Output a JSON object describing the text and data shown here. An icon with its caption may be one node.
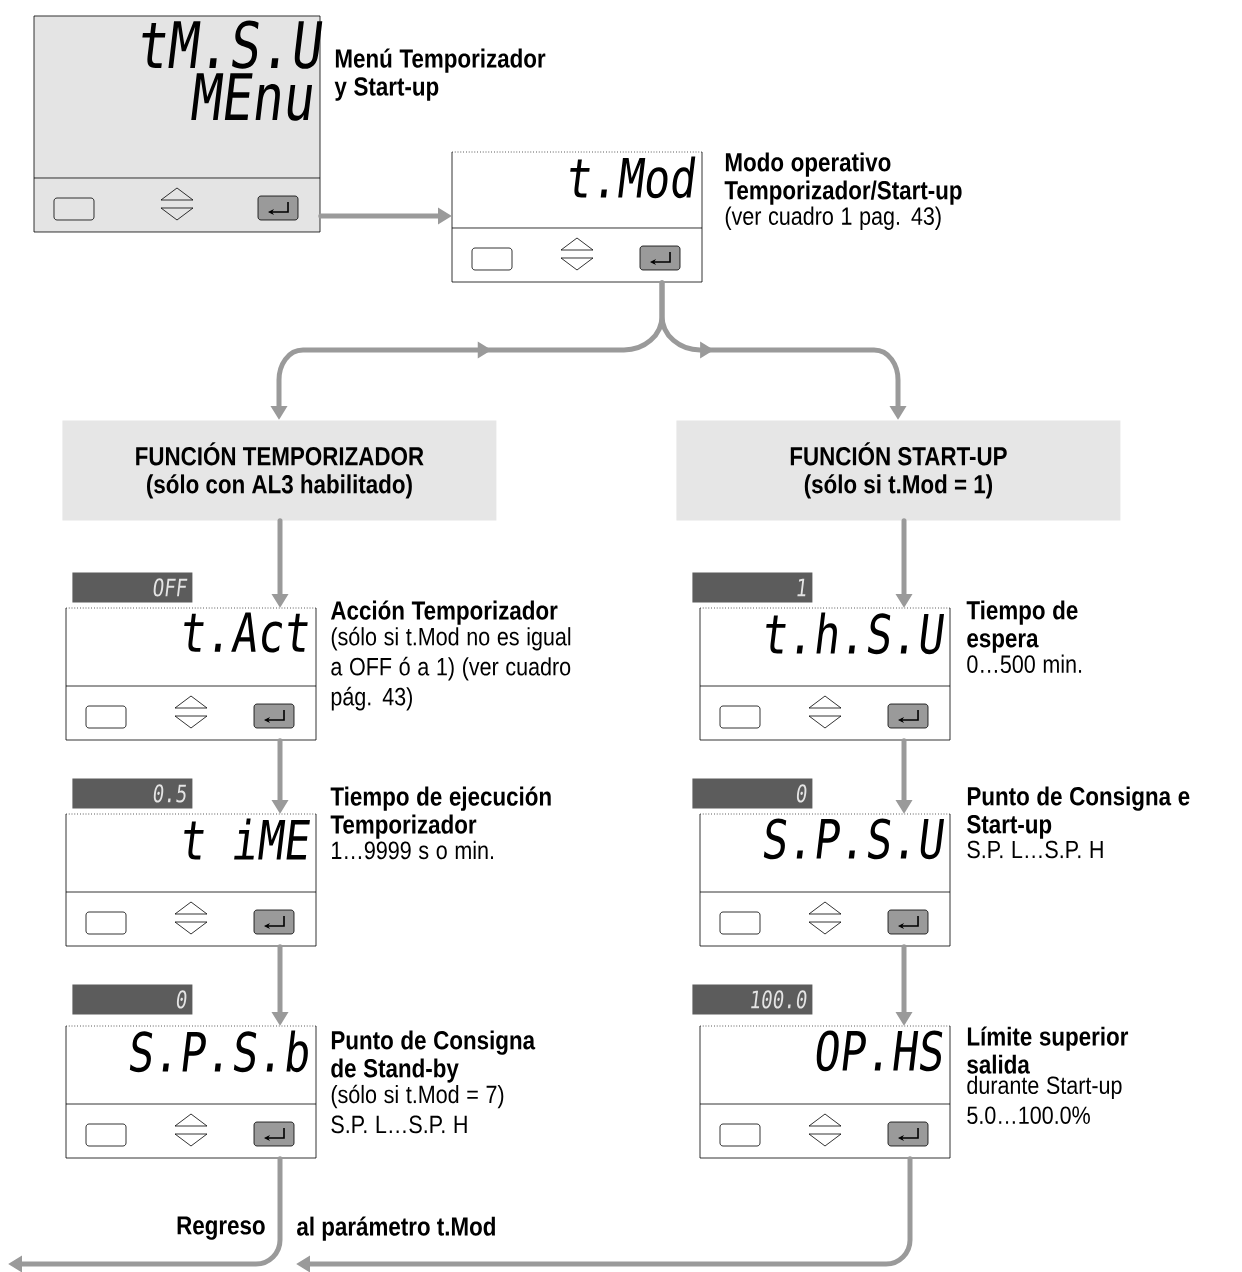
{
  "diagram": {
    "nodes": [
      {
        "text": [
          "tM.S.U",
          "MEnu"
        ],
        "beside": [
          "Menú Temporizador y Start-up"
        ]
      },
      {
        "text": [
          "t.Mod"
        ],
        "beside": [
          "Modo operativo Temporizador/Start-up",
          "(ver cuadro 1 pag. 43)"
        ]
      },
      {
        "text": [
          "FUNCIÓN TEMPORIZADOR",
          "(sólo con AL3 habilitado)"
        ]
      },
      {
        "text": [
          "FUNCIÓN START-UP",
          "(sólo si t.Mod = 1)"
        ]
      },
      {
        "text": [
          "OFF"
        ]
      },
      {
        "text": [
          "t.Act"
        ],
        "beside": [
          "Acción Temporizador",
          "(sólo si t.Mod no es igual a OFF ó a 1) (ver cuadro pág. 43)"
        ]
      },
      {
        "text": [
          "0.5"
        ]
      },
      {
        "text": [
          "t iME"
        ],
        "beside": [
          "Tiempo de ejecución Temporizador",
          "1…9999 s o min."
        ]
      },
      {
        "text": [
          "0"
        ]
      },
      {
        "text": [
          "S.P.S.b"
        ],
        "beside": [
          "Punto de Consigna de Stand-by",
          "(sólo si t.Mod = 7) S.P. L…S.P. H"
        ]
      },
      {
        "text": [
          "1"
        ]
      },
      {
        "text": [
          "t.h.S.U"
        ],
        "beside": [
          "Tiempo de espera",
          "0…500 min."
        ]
      },
      {
        "text": [
          "0"
        ]
      },
      {
        "text": [
          "S.P.S.U"
        ],
        "beside": [
          "Punto de Consigna e Start-up",
          "S.P. L…S.P. H"
        ]
      },
      {
        "text": [
          "100.0"
        ]
      },
      {
        "text": [
          "OP.HS"
        ],
        "beside": [
          "Límite superior salida",
          "durante Start-up 5.0…100.0%"
        ]
      },
      {
        "text": [
          "al parámetro t.Mod"
        ]
      }
    ],
    "edges": [
      {
        "from": 0,
        "to": 1,
        "arrow": "to"
      },
      {
        "from": 1,
        "to": 2,
        "arrow": "to"
      },
      {
        "from": 1,
        "to": 3,
        "arrow": "to"
      },
      {
        "from": 2,
        "to": 5,
        "arrow": "to"
      },
      {
        "from": 5,
        "to": 7,
        "arrow": "to"
      },
      {
        "from": 7,
        "to": 9,
        "arrow": "to"
      },
      {
        "from": 3,
        "to": 11,
        "arrow": "to"
      },
      {
        "from": 11,
        "to": 13,
        "arrow": "to"
      },
      {
        "from": 13,
        "to": 15,
        "arrow": "to"
      },
      {
        "from": 9,
        "to": null,
        "arrow": "to"
      },
      {
        "from": 15,
        "to": 16,
        "arrow": "to"
      }
    ],
    "labels": [
      "Regreso"
    ]
  }
}
